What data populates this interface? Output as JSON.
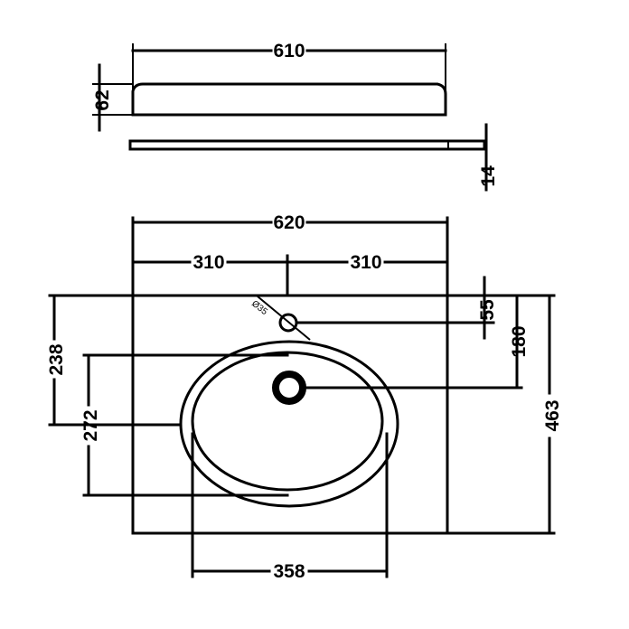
{
  "diagram": {
    "top_view": {
      "width_label": "610",
      "height_label": "62"
    },
    "side_view": {
      "thickness_label": "14"
    },
    "plan_view": {
      "overall_width_label": "620",
      "left_half_label": "310",
      "right_half_label": "310",
      "tap_hole_label": "Ø35",
      "tap_offset_label": "55",
      "waste_offset_label": "180",
      "basin_offset_label": "238",
      "basin_depth_label": "272",
      "overall_depth_label": "463",
      "basin_width_label": "358"
    },
    "colors": {
      "line": "#000000",
      "background": "#ffffff"
    }
  }
}
